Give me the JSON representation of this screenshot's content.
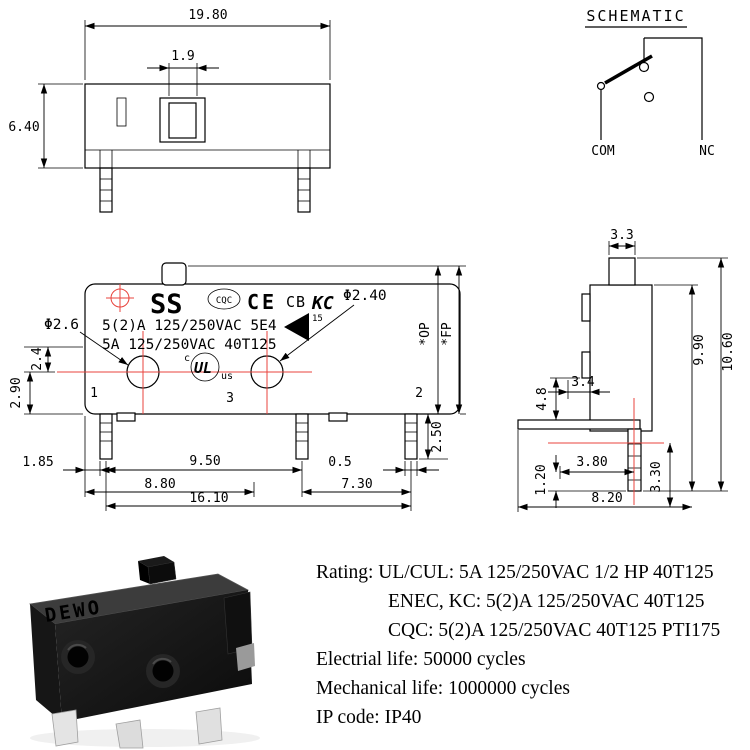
{
  "colors": {
    "line": "#000000",
    "centerline_red": "#e8433c",
    "background": "#ffffff"
  },
  "top_view": {
    "dim_width": "19.80",
    "dim_button": "1.9",
    "dim_height": "6.40"
  },
  "schematic": {
    "title": "SCHEMATIC",
    "com": "COM",
    "nc": "NC"
  },
  "front_view": {
    "brand": "SS",
    "logo_cqc": "CQC",
    "logo_ce": "CE",
    "logo_cb": "CB",
    "logo_kc": "KC",
    "mark_15": "15",
    "ul_c": "c",
    "ul_main": "UL",
    "ul_us": "us",
    "hole_left_dia": "Φ2.6",
    "hole_right_dia": "Φ2.40",
    "rating_line1": "5(2)A 125/250VAC 5E4",
    "rating_line2": "5A 125/250VAC 40T125",
    "terminal_1": "1",
    "terminal_3": "3",
    "terminal_2": "2",
    "op": "*OP",
    "fp": "*FP",
    "dims": {
      "d290": "2.90",
      "d24": "2.4",
      "d185": "1.85",
      "d950": "9.50",
      "d05": "0.5",
      "d880": "8.80",
      "d1610": "16.10",
      "d730": "7.30",
      "d250": "2.50"
    }
  },
  "side_view": {
    "dims": {
      "d33": "3.3",
      "d990": "9.90",
      "d1060": "10.60",
      "d34": "3.4",
      "d48": "4.8",
      "d380": "3.80",
      "d120": "1.20",
      "d820": "8.20",
      "d330": "3.30"
    }
  },
  "photo": {
    "brand": "DEWO"
  },
  "specs": {
    "lines": [
      "Rating: UL/CUL: 5A 125/250VAC 1/2 HP 40T125",
      "ENEC, KC: 5(2)A 125/250VAC 40T125",
      "CQC: 5(2)A 125/250VAC 40T125 PTI175",
      "Electrial life: 50000 cycles",
      "Mechanical life: 1000000 cycles",
      "IP code: IP40"
    ]
  }
}
